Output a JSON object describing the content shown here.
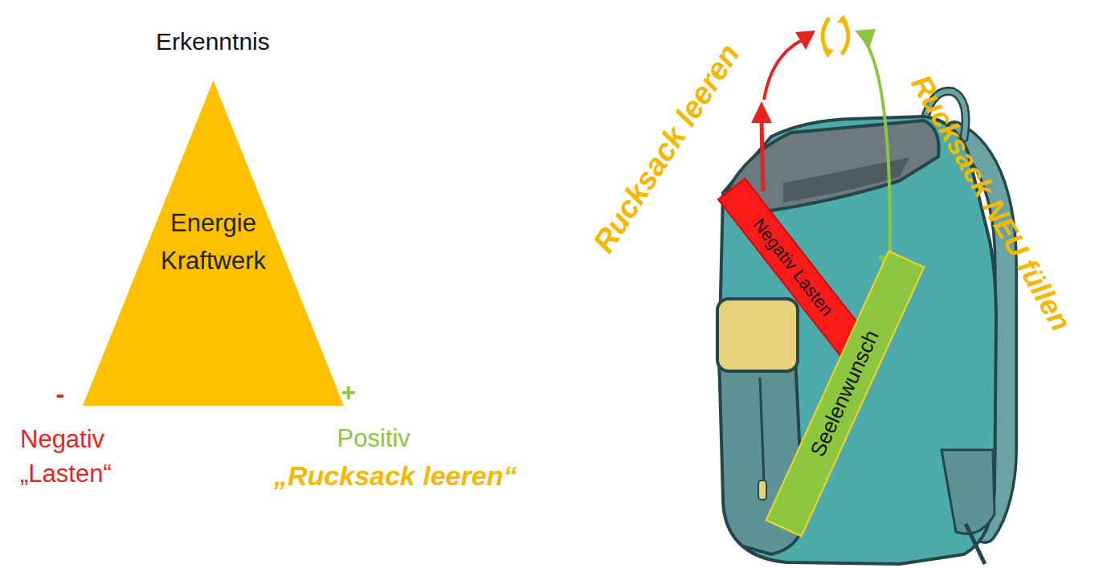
{
  "diagram": {
    "nodes": [
      {
        "text": [
          "Energie Kraftwerk"
        ]
      },
      {
        "text": [
          "Negativ Lasten"
        ]
      },
      {
        "text": [
          "Seelenwunsch"
        ]
      }
    ],
    "labels": [
      "Erkenntnis",
      "-",
      "+",
      "Negativ „Lasten“",
      "Positiv",
      "„Rucksack leeren“",
      "Rucksack leeren",
      "Rucksack NEU füllen"
    ]
  }
}
